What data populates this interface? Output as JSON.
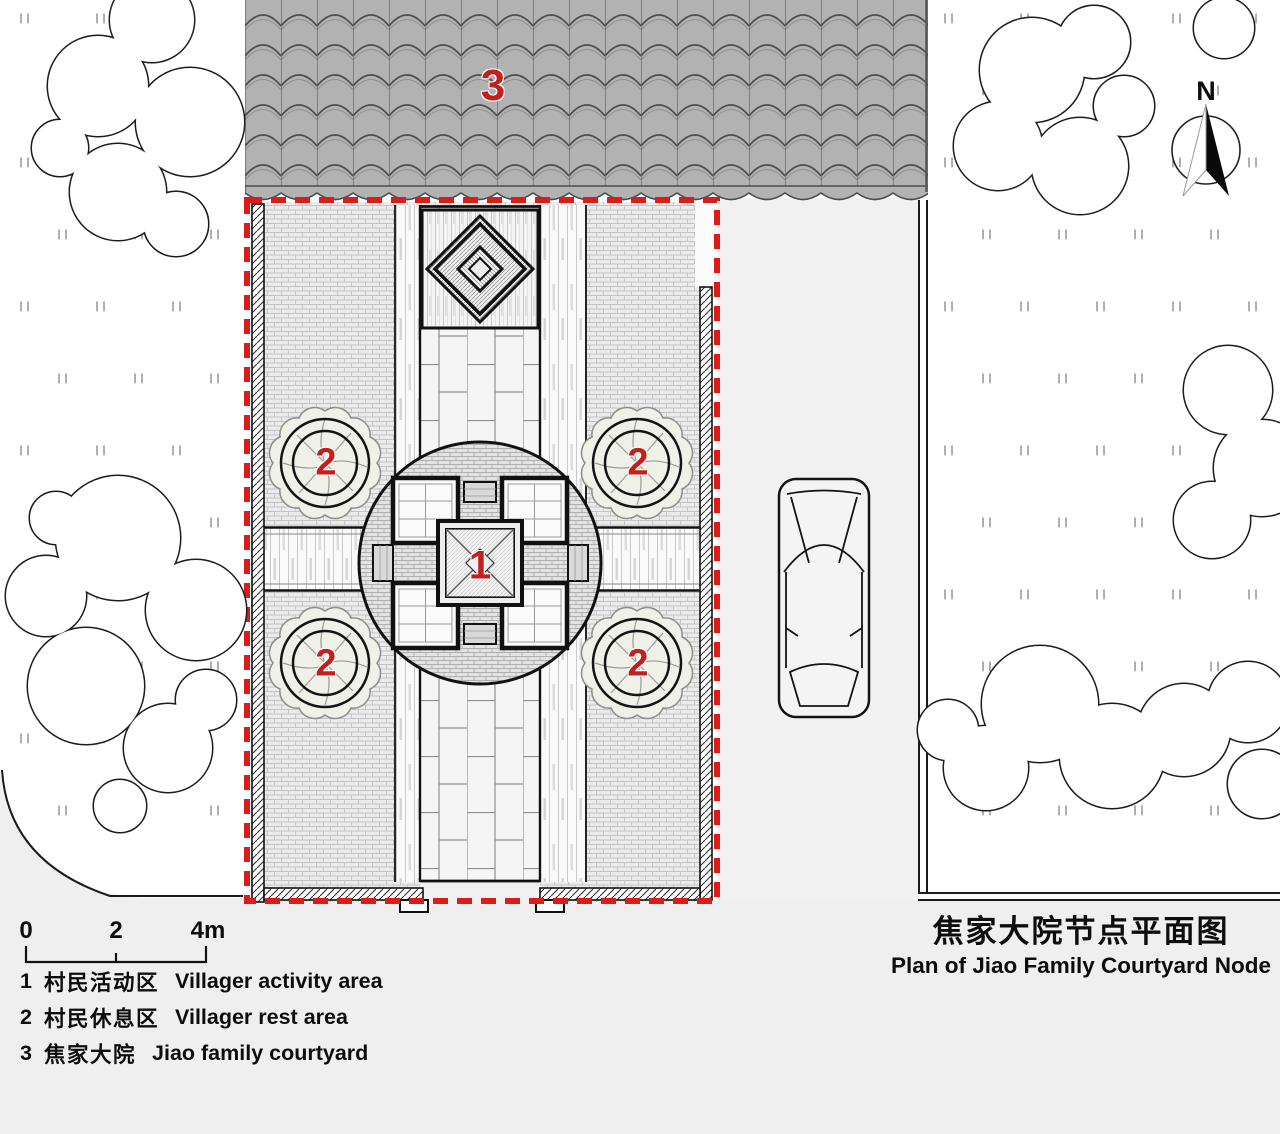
{
  "title": {
    "zh": "焦家大院节点平面图",
    "en": "Plan of Jiao Family Courtyard Node"
  },
  "north": {
    "label": "N"
  },
  "scale_bar": {
    "labels": [
      "0",
      "2",
      "4m"
    ]
  },
  "markers": {
    "activity": "1",
    "rest": "2",
    "courtyard": "3"
  },
  "legend": {
    "items": [
      {
        "num": "1",
        "zh": "村民活动区",
        "en": "Villager activity area"
      },
      {
        "num": "2",
        "zh": "村民休息区",
        "en": "Villager rest area"
      },
      {
        "num": "3",
        "zh": "焦家大院",
        "en": "Jiao family courtyard"
      }
    ]
  },
  "colors": {
    "accent_red": "#d01f1f",
    "roof_gray": "#b2b2b2",
    "plaza_gray": "#f1f1f1",
    "line_black": "#1a1a1a"
  }
}
